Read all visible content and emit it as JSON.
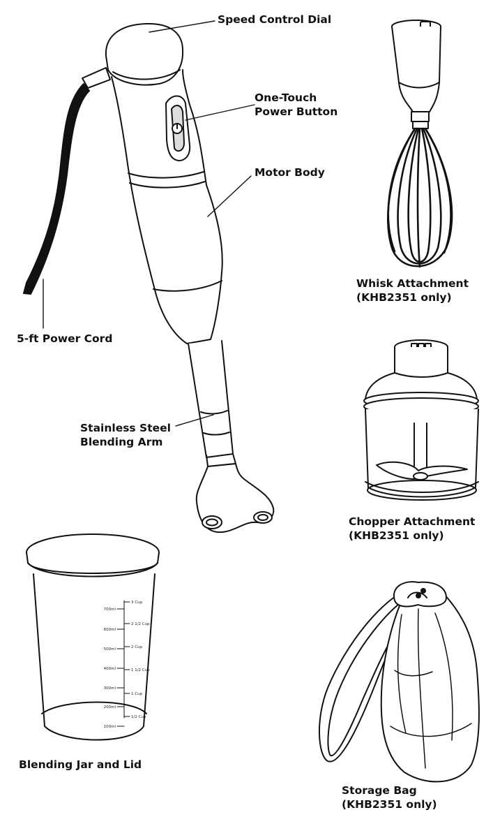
{
  "colors": {
    "ink": "#111111",
    "paper": "#ffffff",
    "fill_light": "#f4f4f4"
  },
  "labels": {
    "speed_control_dial": "Speed Control Dial",
    "power_button": [
      "One-Touch",
      "Power Button"
    ],
    "motor_body": "Motor Body",
    "power_cord": "5-ft Power Cord",
    "blending_arm": [
      "Stainless Steel",
      "Blending Arm"
    ],
    "whisk": [
      "Whisk Attachment",
      "(KHB2351 only)"
    ],
    "chopper": [
      "Chopper Attachment",
      "(KHB2351 only)"
    ],
    "jar": "Blending Jar and Lid",
    "storage_bag": [
      "Storage Bag",
      "(KHB2351 only)"
    ]
  },
  "jar_markings": {
    "ml": [
      "700ml",
      "600ml",
      "500ml",
      "400ml",
      "300ml",
      "200ml",
      "100ml"
    ],
    "cup": [
      "3 Cup",
      "2 1/2 Cup",
      "2 Cup",
      "1 1/2 Cup",
      "1 Cup",
      "1/2 Cup"
    ]
  }
}
